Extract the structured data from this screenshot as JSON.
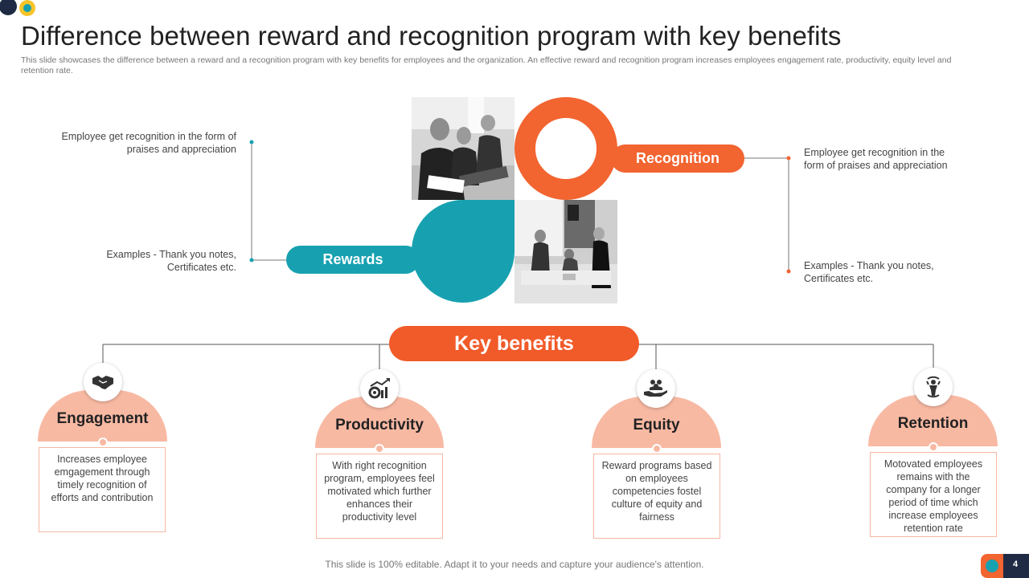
{
  "title": "Difference between reward and recognition program with key benefits",
  "subtitle": "This slide showcases the difference between a reward and a recognition program with key benefits for employees and the organization. An effective reward and recognition program increases employees engagement  rate, productivity, equity level and retention rate.",
  "left_panel": {
    "top_text": "Employee get recognition in the form of praises and appreciation",
    "bottom_text": "Examples - Thank  you notes, Certificates etc."
  },
  "right_panel": {
    "top_text": "Employee get recognition in the form of praises and appreciation",
    "bottom_text": "Examples - Thank  you notes, Certificates etc."
  },
  "pills": {
    "recognition": "Recognition",
    "rewards": "Rewards"
  },
  "key_benefits": "Key benefits",
  "benefits": [
    {
      "title": "Engagement",
      "icon": "handshake-icon",
      "text": "Increases employee emgagement through timely recognition of efforts and contribution"
    },
    {
      "title": "Productivity",
      "icon": "growth-gear-icon",
      "text": "With right recognition program, employees feel motivated which further enhances their productivity level"
    },
    {
      "title": "Equity",
      "icon": "team-hand-icon",
      "text": "Reward programs based on employees competencies fostel culture of equity and fairness"
    },
    {
      "title": "Retention",
      "icon": "person-cycle-icon",
      "text": "Motovated employees remains with the company for a longer period of time which increase employees retention rate"
    }
  ],
  "footer": "This slide is 100% editable. Adapt it to your needs and capture your audience's attention.",
  "page_number": "4",
  "colors": {
    "orange": "#F26430",
    "teal": "#17A1B0",
    "peach": "#F8B9A3",
    "navy": "#1F2A44",
    "yellow": "#F7C52B"
  }
}
